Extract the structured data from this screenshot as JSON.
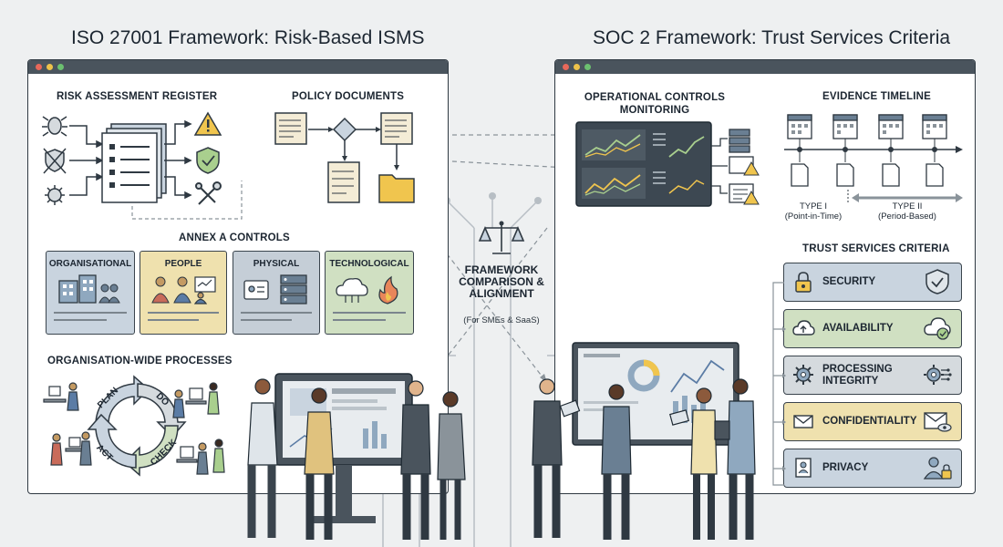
{
  "titles": {
    "iso": "ISO 27001 Framework: Risk-Based ISMS",
    "soc": "SOC 2 Framework: Trust Services Criteria"
  },
  "iso": {
    "risk_register": "RISK ASSESSMENT REGISTER",
    "policy_documents": "POLICY DOCUMENTS",
    "annex_a": "ANNEX A CONTROLS",
    "controls": [
      "ORGANISATIONAL",
      "PEOPLE",
      "PHYSICAL",
      "TECHNOLOGICAL"
    ],
    "org_processes": "ORGANISATION-WIDE PROCESSES",
    "pdca": [
      "PLAN",
      "DO",
      "CHECK",
      "ACT"
    ]
  },
  "center": {
    "title": "FRAMEWORK COMPARISON & ALIGNMENT",
    "subtitle": "(For SMEs & SaaS)"
  },
  "soc": {
    "operational": "OPERATIONAL CONTROLS MONITORING",
    "evidence": "EVIDENCE TIMELINE",
    "type1": "TYPE I",
    "type1_sub": "(Point-in-Time)",
    "type2": "TYPE II",
    "type2_sub": "(Period-Based)",
    "tsc_title": "TRUST SERVICES CRITERIA",
    "criteria": [
      "SECURITY",
      "AVAILABILITY",
      "PROCESSING INTEGRITY",
      "CONFIDENTIALITY",
      "PRIVACY"
    ]
  },
  "colors": {
    "frame": "#2f3942",
    "titlebar": "#4a545d",
    "card_blue": "#c9d4df",
    "card_yellow": "#efe1ae",
    "card_green": "#d0e0c2",
    "card_gray": "#d5dade",
    "dot_red": "#e8685a",
    "dot_yellow": "#eec24a",
    "dot_green": "#6cc070"
  }
}
